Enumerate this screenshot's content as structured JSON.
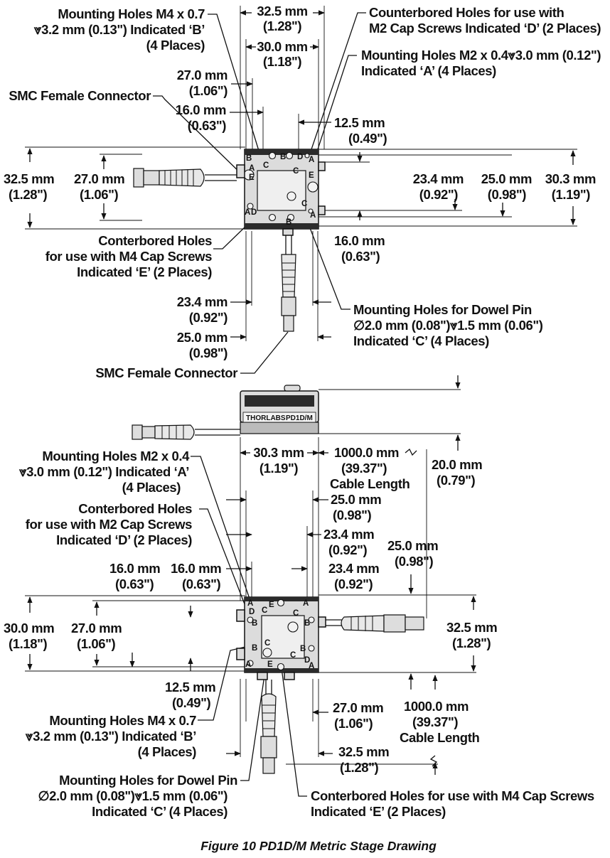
{
  "caption": "Figure 10    PD1D/M Metric Stage Drawing",
  "brand": {
    "logo": "THORLABS",
    "model": "PD1D/M"
  },
  "hole_letters": {
    "a": "A",
    "b": "B",
    "c": "C",
    "d": "D",
    "e": "E"
  },
  "top_view": {
    "callouts": {
      "mh_m4_l1": "Mounting Holes M4 x 0.7",
      "mh_m4_l2": "⩔3.2 mm (0.13\") Indicated ‘B’",
      "mh_m4_l3": "(4 Places)",
      "cb_m2_l1": "Counterbored Holes for use with",
      "cb_m2_l2": "M2 Cap Screws Indicated ‘D’ (2 Places)",
      "mh_m2_l1": "Mounting Holes M2 x 0.4⩔3.0 mm (0.12\")",
      "mh_m2_l2": "Indicated ‘A’ (4 Places)",
      "smc_top": "SMC Female Connector",
      "cb_m4_l1": "Conterbored Holes",
      "cb_m4_l2": "for use with M4 Cap Screws",
      "cb_m4_l3": "Indicated ‘E’ (2 Places)",
      "dowel_l1": "Mounting Holes for Dowel Pin",
      "dowel_l2": "∅2.0 mm (0.08\")⩔1.5 mm (0.06\")",
      "dowel_l3": "Indicated ‘C’ (4 Places)",
      "smc_bottom": "SMC Female Connector"
    },
    "dims": {
      "d325_mm": "32.5 mm",
      "d325_in": "(1.28\")",
      "d300_mm": "30.0 mm",
      "d300_in": "(1.18\")",
      "d270_mm": "27.0 mm",
      "d270_in": "(1.06\")",
      "d160_mm": "16.0 mm",
      "d160_in": "(0.63\")",
      "d125_mm": "12.5 mm",
      "d125_in": "(0.49\")",
      "left325_mm": "32.5 mm",
      "left325_in": "(1.28\")",
      "left270_mm": "27.0 mm",
      "left270_in": "(1.06\")",
      "r234_mm": "23.4 mm",
      "r234_in": "(0.92\")",
      "r250_mm": "25.0 mm",
      "r250_in": "(0.98\")",
      "r303_mm": "30.3 mm",
      "r303_in": "(1.19\")",
      "b160_mm": "16.0 mm",
      "b160_in": "(0.63\")",
      "b234_mm": "23.4 mm",
      "b234_in": "(0.92\")",
      "b250_mm": "25.0 mm",
      "b250_in": "(0.98\")"
    }
  },
  "bottom_view": {
    "callouts": {
      "mh_m2_l1": "Mounting Holes M2 x 0.4",
      "mh_m2_l2": "⩔3.0 mm (0.12\") Indicated ‘A’",
      "mh_m2_l3": "(4 Places)",
      "cb_m2_l1": "Conterbored Holes",
      "cb_m2_l2": "for use with M2 Cap Screws",
      "cb_m2_l3": "Indicated ‘D’ (2 Places)",
      "mh_m4_l1": "Mounting Holes M4 x 0.7",
      "mh_m4_l2": "⩔3.2 mm (0.13\") Indicated ‘B’",
      "mh_m4_l3": "(4 Places)",
      "dowel_l1": "Mounting Holes for Dowel Pin",
      "dowel_l2": "∅2.0 mm (0.08\")⩔1.5 mm (0.06\")",
      "dowel_l3": "Indicated ‘C’ (4 Places)",
      "cb_m4_l1": "Conterbored Holes for use with M4 Cap Screws",
      "cb_m4_l2": "Indicated ‘E’ (2 Places)"
    },
    "dims": {
      "t303_mm": "30.3 mm",
      "t303_in": "(1.19\")",
      "cable_mm": "1000.0 mm",
      "cable_in": "(39.37\")",
      "cable_lbl": "Cable Length",
      "h200_mm": "20.0 mm",
      "h200_in": "(0.79\")",
      "t250_mm": "25.0 mm",
      "t250_in": "(0.98\")",
      "t234_mm": "23.4 mm",
      "t234_in": "(0.92\")",
      "r250_mm": "25.0 mm",
      "r250_in": "(0.98\")",
      "r234_mm": "23.4 mm",
      "r234_in": "(0.92\")",
      "l160a_mm": "16.0 mm",
      "l160a_in": "(0.63\")",
      "l160b_mm": "16.0 mm",
      "l160b_in": "(0.63\")",
      "l300_mm": "30.0 mm",
      "l300_in": "(1.18\")",
      "l270_mm": "27.0 mm",
      "l270_in": "(1.06\")",
      "r325_mm": "32.5 mm",
      "r325_in": "(1.28\")",
      "b125_mm": "12.5 mm",
      "b125_in": "(0.49\")",
      "b270_mm": "27.0 mm",
      "b270_in": "(1.06\")",
      "cable2_mm": "1000.0 mm",
      "cable2_in": "(39.37\")",
      "cable2_lbl": "Cable Length",
      "b325_mm": "32.5 mm",
      "b325_in": "(1.28\")"
    }
  }
}
